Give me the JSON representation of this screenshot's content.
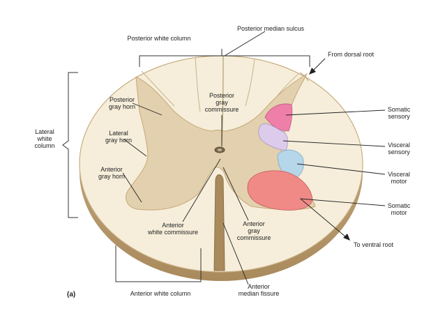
{
  "figure_letter": "(a)",
  "labels": {
    "posterior_white_column": "Posterior white column",
    "posterior_median_sulcus": "Posterior median sulcus",
    "from_dorsal_root": "From dorsal root",
    "posterior_gray_horn": [
      "Posterior",
      "gray horn"
    ],
    "posterior_gray_commissure": [
      "Posterior",
      "gray",
      "commissure"
    ],
    "lateral_white_column": [
      "Lateral",
      "white",
      "column"
    ],
    "lateral_gray_horn": [
      "Lateral",
      "gray horn"
    ],
    "anterior_gray_horn": [
      "Anterior",
      "gray horn"
    ],
    "anterior_white_commissure": [
      "Anterior",
      "white commissure"
    ],
    "anterior_gray_commissure": [
      "Anterior",
      "gray",
      "commissure"
    ],
    "anterior_white_column": "Anterior white column",
    "anterior_median_fissure": [
      "Anterior",
      "median fissure"
    ],
    "to_ventral_root": "To ventral root",
    "somatic_sensory": [
      "Somatic",
      "sensory"
    ],
    "visceral_sensory": [
      "Visceral",
      "sensory"
    ],
    "visceral_motor": [
      "Visceral",
      "motor"
    ],
    "somatic_motor": [
      "Somatic",
      "motor"
    ]
  },
  "colors": {
    "white_matter": "#f6eedb",
    "gray_matter": "#e3d0ae",
    "outline": "#b59a6c",
    "somatic_sensory": "#ee7fa8",
    "visceral_sensory": "#dccbea",
    "visceral_motor": "#b6d6ea",
    "somatic_motor": "#f08a86"
  }
}
